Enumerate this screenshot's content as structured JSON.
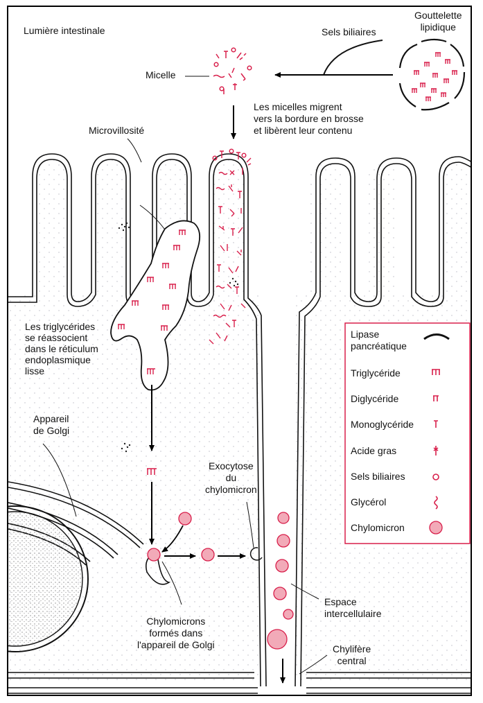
{
  "labels": {
    "lumen": "Lumière intestinale",
    "droplet": [
      "Gouttelette",
      "lipidique"
    ],
    "bile_salts": "Sels biliaires",
    "micelle": "Micelle",
    "migrate": [
      "Les micelles migrent",
      "vers la bordure en brosse",
      "et libèrent leur contenu"
    ],
    "microvillus": "Microvillosité",
    "reassoc": [
      "Les triglycérides",
      "se réassocient",
      "dans le réticulum",
      "endoplasmique",
      "lisse"
    ],
    "golgi": [
      "Appareil",
      "de Golgi"
    ],
    "exocytosis": [
      "Exocytose",
      "du",
      "chylomicron"
    ],
    "chylo_formed": [
      "Chylomicrons",
      "formés dans",
      "l'appareil de Golgi"
    ],
    "intercell": [
      "Espace",
      "intercellulaire"
    ],
    "lacteal": [
      "Chylifère",
      "central"
    ]
  },
  "legend": {
    "items": [
      {
        "label": "Lipase pancréatique",
        "icon": "lipase-arc"
      },
      {
        "label": "Triglycéride",
        "icon": "triglyceride-symbol"
      },
      {
        "label": "Diglycéride",
        "icon": "diglyceride-symbol"
      },
      {
        "label": "Monoglycéride",
        "icon": "monoglyceride-symbol"
      },
      {
        "label": "Acide gras",
        "icon": "fatty-acid-symbol"
      },
      {
        "label": "Sels biliaires",
        "icon": "bile-salt-circle"
      },
      {
        "label": "Glycérol",
        "icon": "glycerol-squiggle"
      },
      {
        "label": "Chylomicron",
        "icon": "chylomicron-circle"
      }
    ]
  },
  "colors": {
    "accent": "#d81e4a",
    "chylomicron_fill": "#f2aab8",
    "line": "#111111",
    "stipple": "#b9b9c4"
  }
}
